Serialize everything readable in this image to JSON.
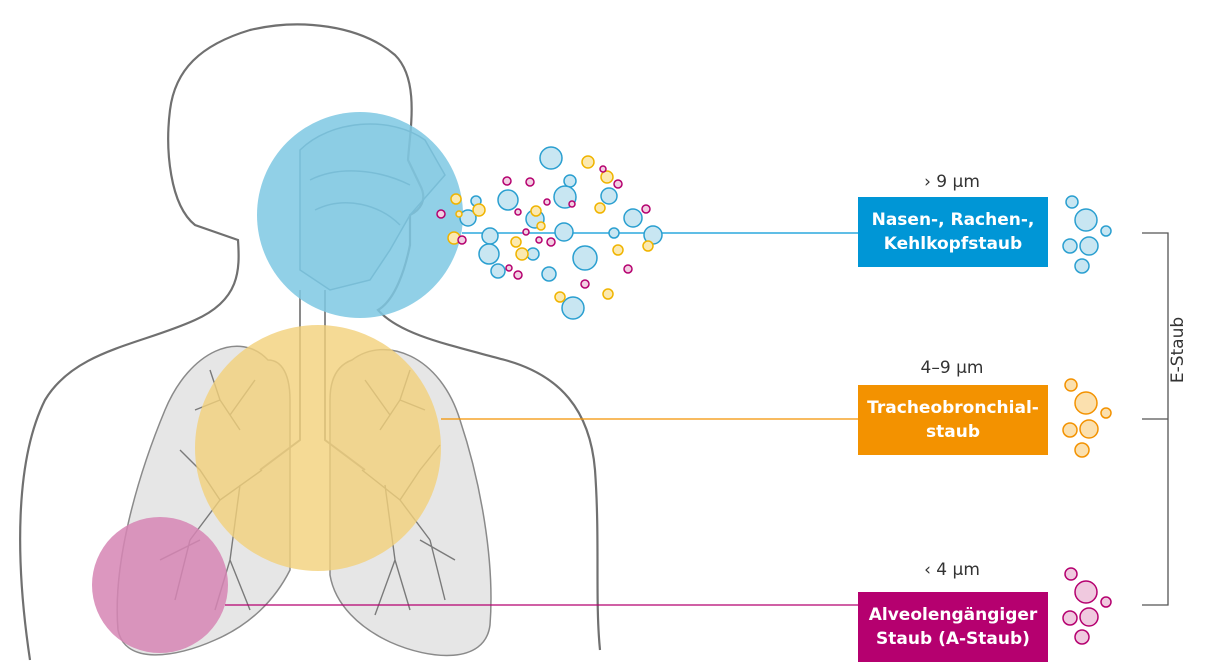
{
  "colors": {
    "blue": "#0096d6",
    "blue_circle": "#7ec8e3",
    "orange": "#f39200",
    "yellow_circle": "#f2d17a",
    "magenta": "#b5006f",
    "magenta_circle": "#d685b4",
    "outline": "#707070",
    "lung_fill": "#e6e6e6"
  },
  "categories": [
    {
      "id": "upper",
      "size_label": "› 9 µm",
      "name_lines": [
        "Nasen-, Rachen-,",
        "Kehlkopfstaub"
      ],
      "color": "#0096d6"
    },
    {
      "id": "middle",
      "size_label": "4–9 µm",
      "name_lines": [
        "Tracheobronchial-",
        "staub"
      ],
      "color": "#f39200"
    },
    {
      "id": "lower",
      "size_label": "‹ 4 µm",
      "name_lines": [
        "Alveolengängiger",
        "Staub (A-Staub)"
      ],
      "color": "#b5006f"
    }
  ],
  "bracket_label": "E-Staub"
}
